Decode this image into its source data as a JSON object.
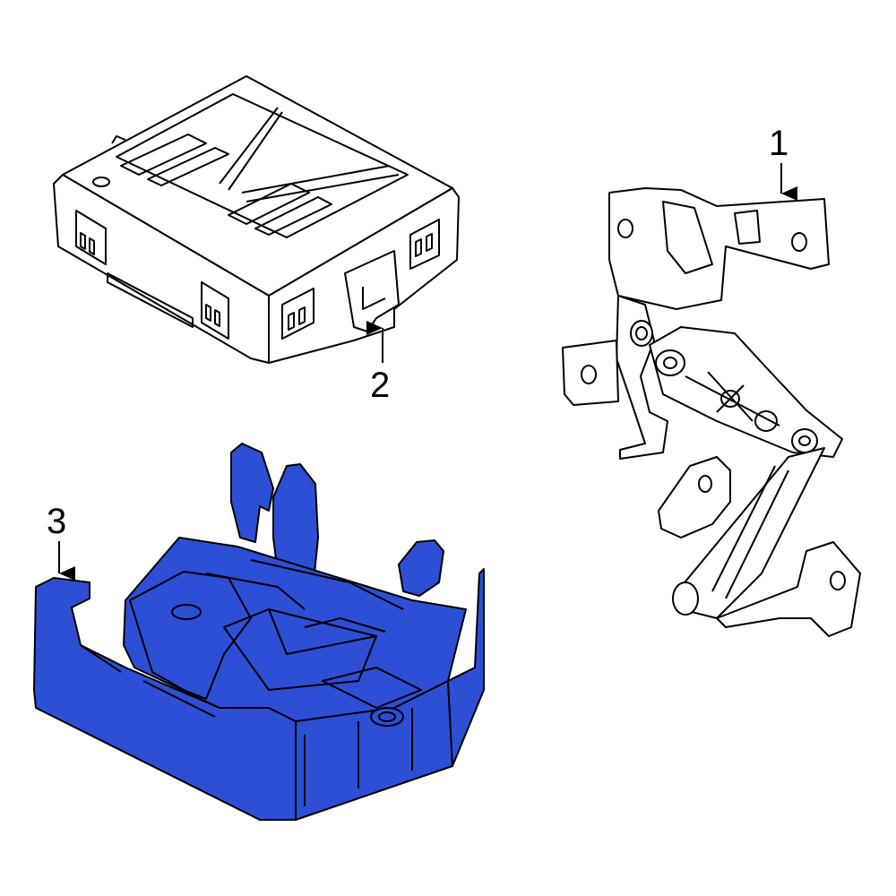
{
  "callouts": [
    {
      "number": "1",
      "part": "sensor-bracket-assembly"
    },
    {
      "number": "2",
      "part": "control-module"
    },
    {
      "number": "3",
      "part": "module-tray"
    }
  ],
  "colors": {
    "highlight": "#2d4fd6",
    "outline": "#000000",
    "background": "#ffffff"
  }
}
